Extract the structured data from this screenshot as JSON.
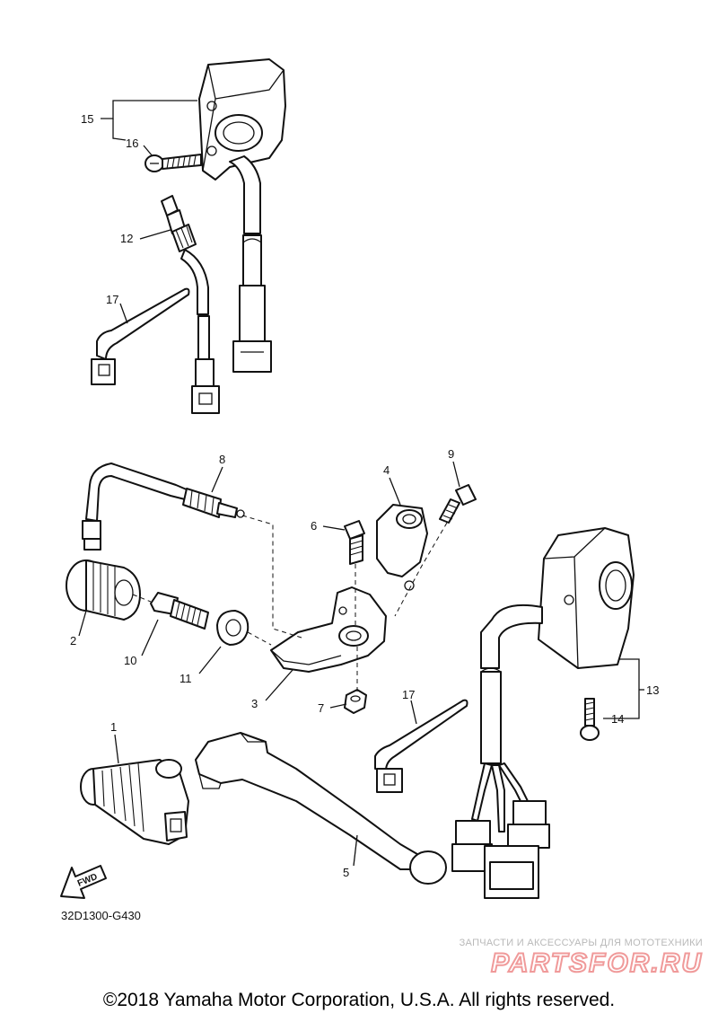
{
  "callouts": [
    "1",
    "2",
    "3",
    "4",
    "5",
    "6",
    "7",
    "8",
    "9",
    "10",
    "11",
    "12",
    "13",
    "14",
    "15",
    "16",
    "17"
  ],
  "diagram_code": "32D1300-G430",
  "fwd_label": "FWD",
  "watermark": {
    "tagline": "ЗАПЧАСТИ И АКСЕССУАРЫ ДЛЯ МОТОТЕХНИКИ",
    "logo": "PARTSFOR.RU"
  },
  "copyright": "©2018 Yamaha Motor Corporation, U.S.A. All rights reserved.",
  "colors": {
    "line": "#111111",
    "watermark_logo": "#f09a9a",
    "watermark_text": "#b9b9b9"
  }
}
